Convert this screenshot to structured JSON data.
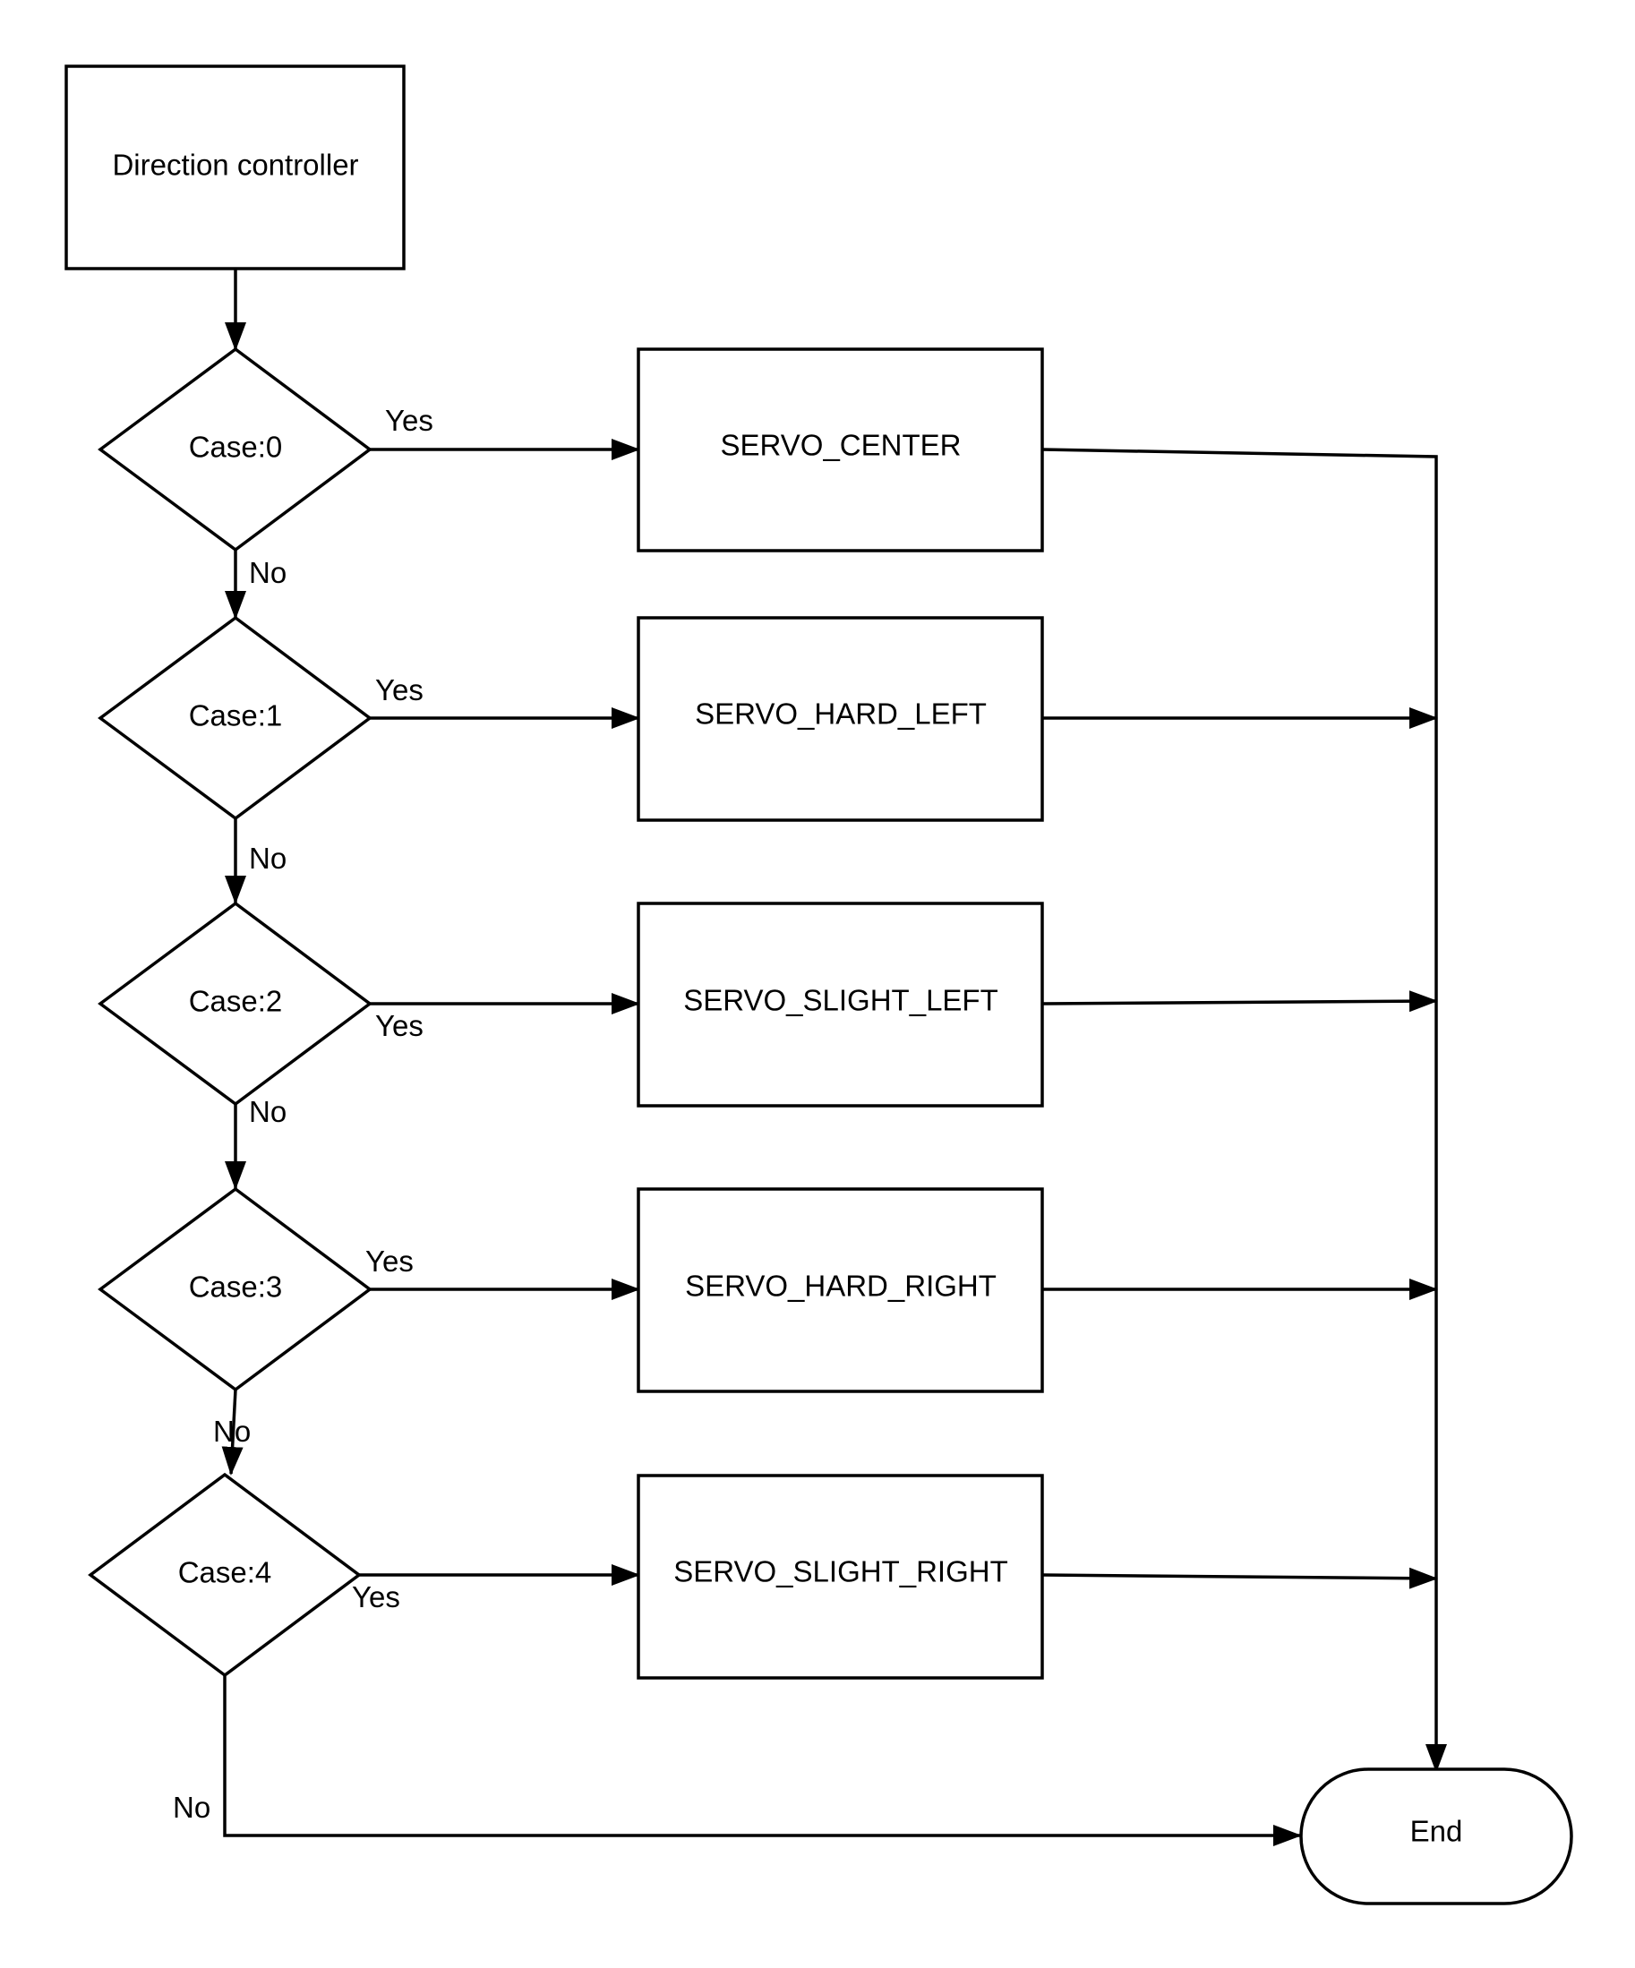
{
  "nodes": {
    "start": {
      "label": "Direction controller"
    },
    "case0": {
      "label": "Case:0"
    },
    "case1": {
      "label": "Case:1"
    },
    "case2": {
      "label": "Case:2"
    },
    "case3": {
      "label": "Case:3"
    },
    "case4": {
      "label": "Case:4"
    },
    "servo_center": {
      "label": "SERVO_CENTER"
    },
    "servo_hard_left": {
      "label": "SERVO_HARD_LEFT"
    },
    "servo_slight_left": {
      "label": "SERVO_SLIGHT_LEFT"
    },
    "servo_hard_right": {
      "label": "SERVO_HARD_RIGHT"
    },
    "servo_slight_right": {
      "label": "SERVO_SLIGHT_RIGHT"
    },
    "end": {
      "label": "End"
    }
  },
  "edges": {
    "case0_yes": "Yes",
    "case0_no": "No",
    "case1_yes": "Yes",
    "case1_no": "No",
    "case2_yes": "Yes",
    "case2_no": "No",
    "case3_yes": "Yes",
    "case3_no": "No",
    "case4_yes": "Yes",
    "case4_no": "No"
  }
}
